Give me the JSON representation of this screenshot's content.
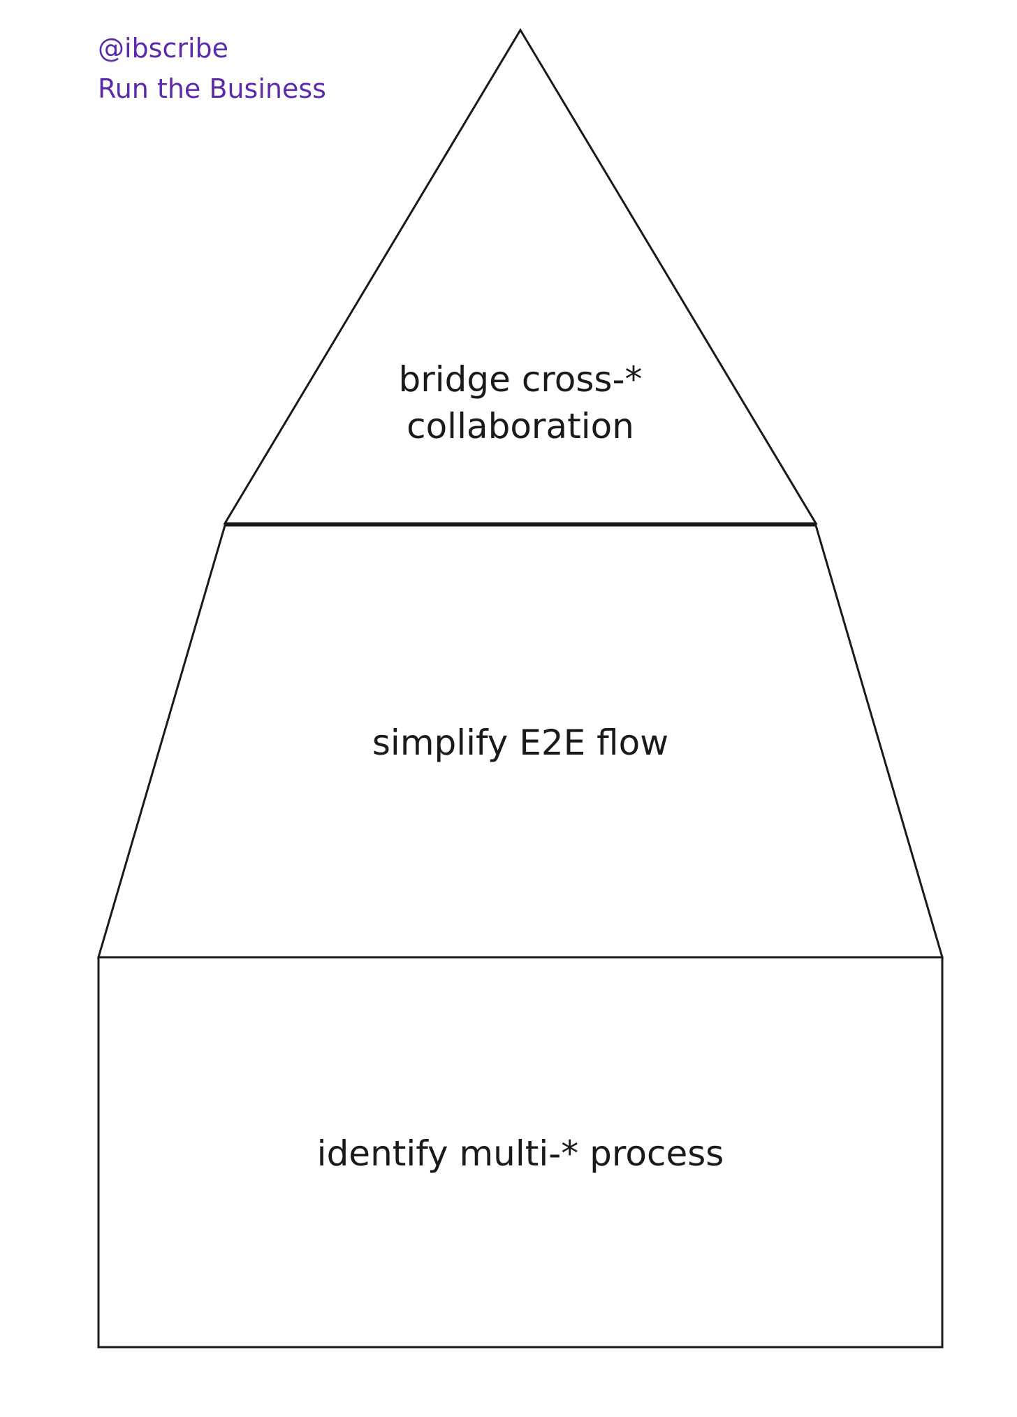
{
  "header": {
    "handle": "@ibscribe",
    "subtitle": "Run the Business"
  },
  "pyramid": {
    "levels": [
      {
        "id": "top",
        "lines": [
          "bridge cross-*",
          "collaboration"
        ]
      },
      {
        "id": "middle",
        "lines": [
          "simplify E2E flow"
        ]
      },
      {
        "id": "bottom",
        "lines": [
          "identify multi-* process"
        ]
      }
    ]
  },
  "colors": {
    "accent": "#5b2bab",
    "stroke": "#1a1a1a",
    "text": "#1a1a1a",
    "background": "#ffffff"
  }
}
